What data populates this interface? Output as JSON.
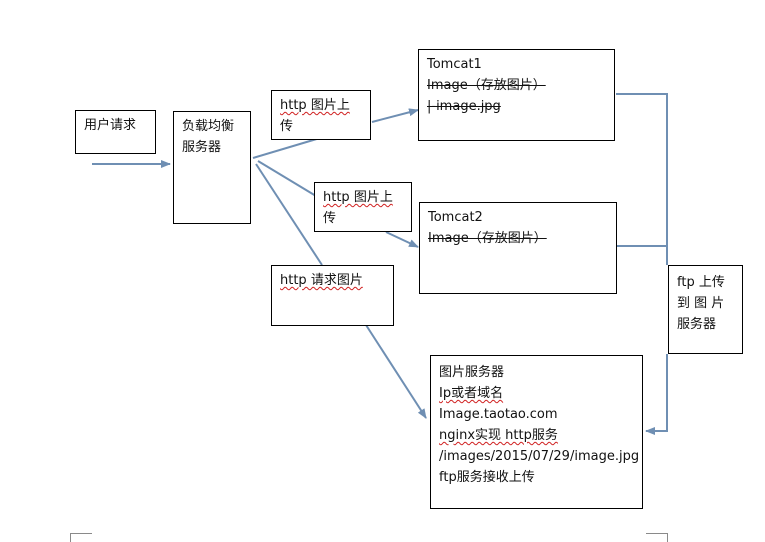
{
  "colors": {
    "connector": "#6f8fb3",
    "border": "#000000",
    "text": "#111111"
  },
  "nodes": {
    "user_request": {
      "lines": [
        "用户请求"
      ]
    },
    "load_balancer": {
      "lines": [
        "负载均衡",
        "服务器"
      ]
    },
    "http_upload_1": {
      "lines": [
        "http 图片上",
        "传"
      ]
    },
    "http_upload_2": {
      "lines": [
        "http 图片上",
        "传"
      ]
    },
    "http_request_image": {
      "lines": [
        "http 请求图片"
      ]
    },
    "tomcat1": {
      "lines": [
        "Tomcat1",
        "Image（存放图片）",
        "|-image.jpg"
      ]
    },
    "tomcat2": {
      "lines": [
        "Tomcat2",
        "Image（存放图片）"
      ]
    },
    "ftp_upload": {
      "lines": [
        "ftp  上传",
        "到  图  片",
        "服务器"
      ]
    },
    "image_server": {
      "lines": [
        "图片服务器",
        "Ip或者域名",
        "Image.taotao.com",
        "nginx实现 http服务",
        "/images/2015/07/29/image.jpg",
        "ftp服务接收上传"
      ]
    }
  }
}
